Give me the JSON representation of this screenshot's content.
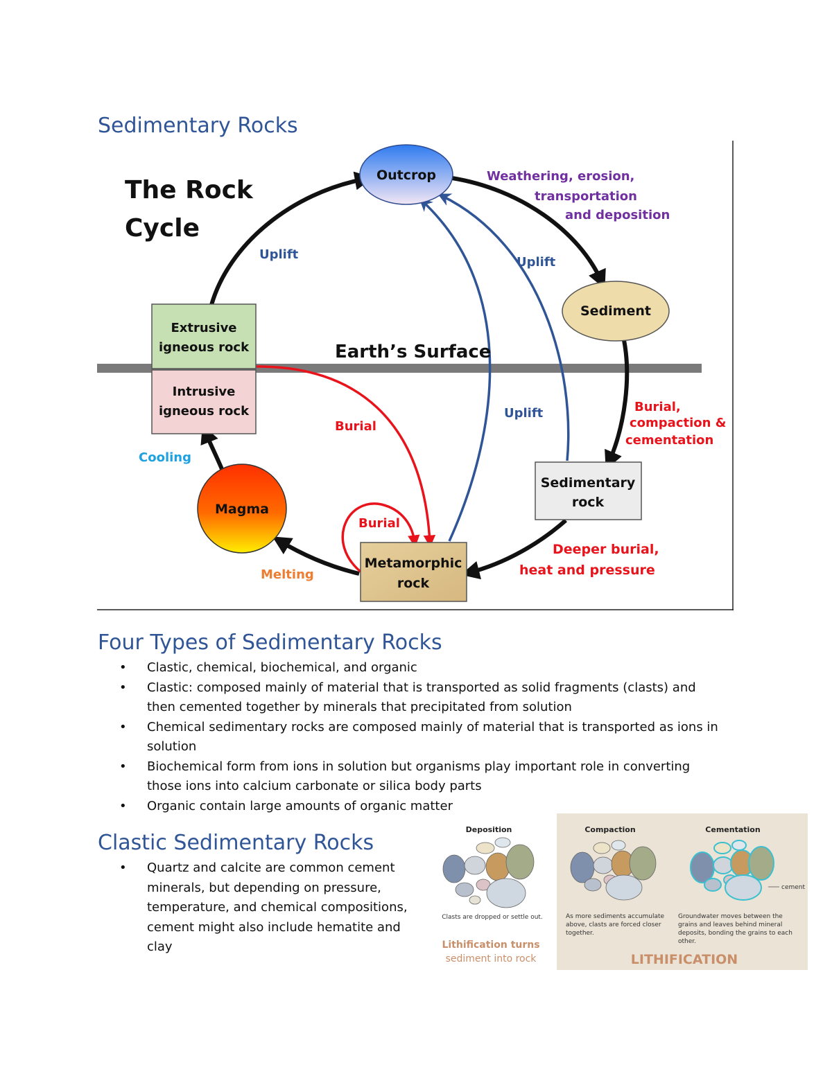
{
  "headings": {
    "sedimentary": "Sedimentary Rocks",
    "four_types": "Four Types of Sedimentary Rocks",
    "clastic": "Clastic Sedimentary Rocks"
  },
  "rock_cycle": {
    "title_line1": "The Rock",
    "title_line2": "Cycle",
    "outcrop": "Outcrop",
    "sediment": "Sediment",
    "sedimentary_rock_line1": "Sedimentary",
    "sedimentary_rock_line2": "rock",
    "metamorphic_line1": "Metamorphic",
    "metamorphic_line2": "rock",
    "magma": "Magma",
    "extrusive_line1": "Extrusive",
    "extrusive_line2": "igneous rock",
    "intrusive_line1": "Intrusive",
    "intrusive_line2": "igneous rock",
    "earth_surface": "Earth’s Surface",
    "weathering_line1": "Weathering, erosion,",
    "weathering_line2": "transportation",
    "weathering_line3": "and deposition",
    "burial_compaction_line1": "Burial,",
    "burial_compaction_line2": "compaction &",
    "burial_compaction_line3": "cementation",
    "deeper_line1": "Deeper burial,",
    "deeper_line2": "heat and pressure",
    "uplift": "Uplift",
    "burial": "Burial",
    "cooling": "Cooling",
    "melting": "Melting",
    "colors": {
      "purple": "#7030a0",
      "red": "#e8131b",
      "blue": "#2f5597",
      "cyan": "#1ea1e0",
      "orange": "#ed7d31"
    }
  },
  "four_types_bullets": [
    "Clastic, chemical, biochemical, and organic",
    "Clastic: composed mainly of material that is transported as solid fragments (clasts) and then cemented together by minerals that precipitated from solution",
    "Chemical sedimentary rocks are composed mainly of material that is transported as ions in solution",
    "Biochemical form from ions in solution but organisms play important role in converting those ions into calcium carbonate or silica body parts",
    "Organic contain large amounts of organic matter"
  ],
  "clastic_bullets": [
    "Quartz and calcite are common cement minerals, but depending on pressure, temperature, and chemical compositions, cement might also include hematite and clay"
  ],
  "lithification": {
    "deposition_title": "Deposition",
    "deposition_caption": "Clasts are dropped or settle out.",
    "compaction_title": "Compaction",
    "compaction_caption_l1": "As more sediments accumulate",
    "compaction_caption_l2": "above, clasts are forced closer",
    "compaction_caption_l3": "together.",
    "cementation_title": "Cementation",
    "cementation_caption_l1": "Groundwater moves between the",
    "cementation_caption_l2": "grains and leaves behind mineral",
    "cementation_caption_l3": "deposits, bonding the grains to each",
    "cementation_caption_l4": "other.",
    "cement_label": "cement",
    "turns_line1": "Lithification turns",
    "turns_line2": "sediment into rock",
    "banner": "LITHIFICATION"
  }
}
